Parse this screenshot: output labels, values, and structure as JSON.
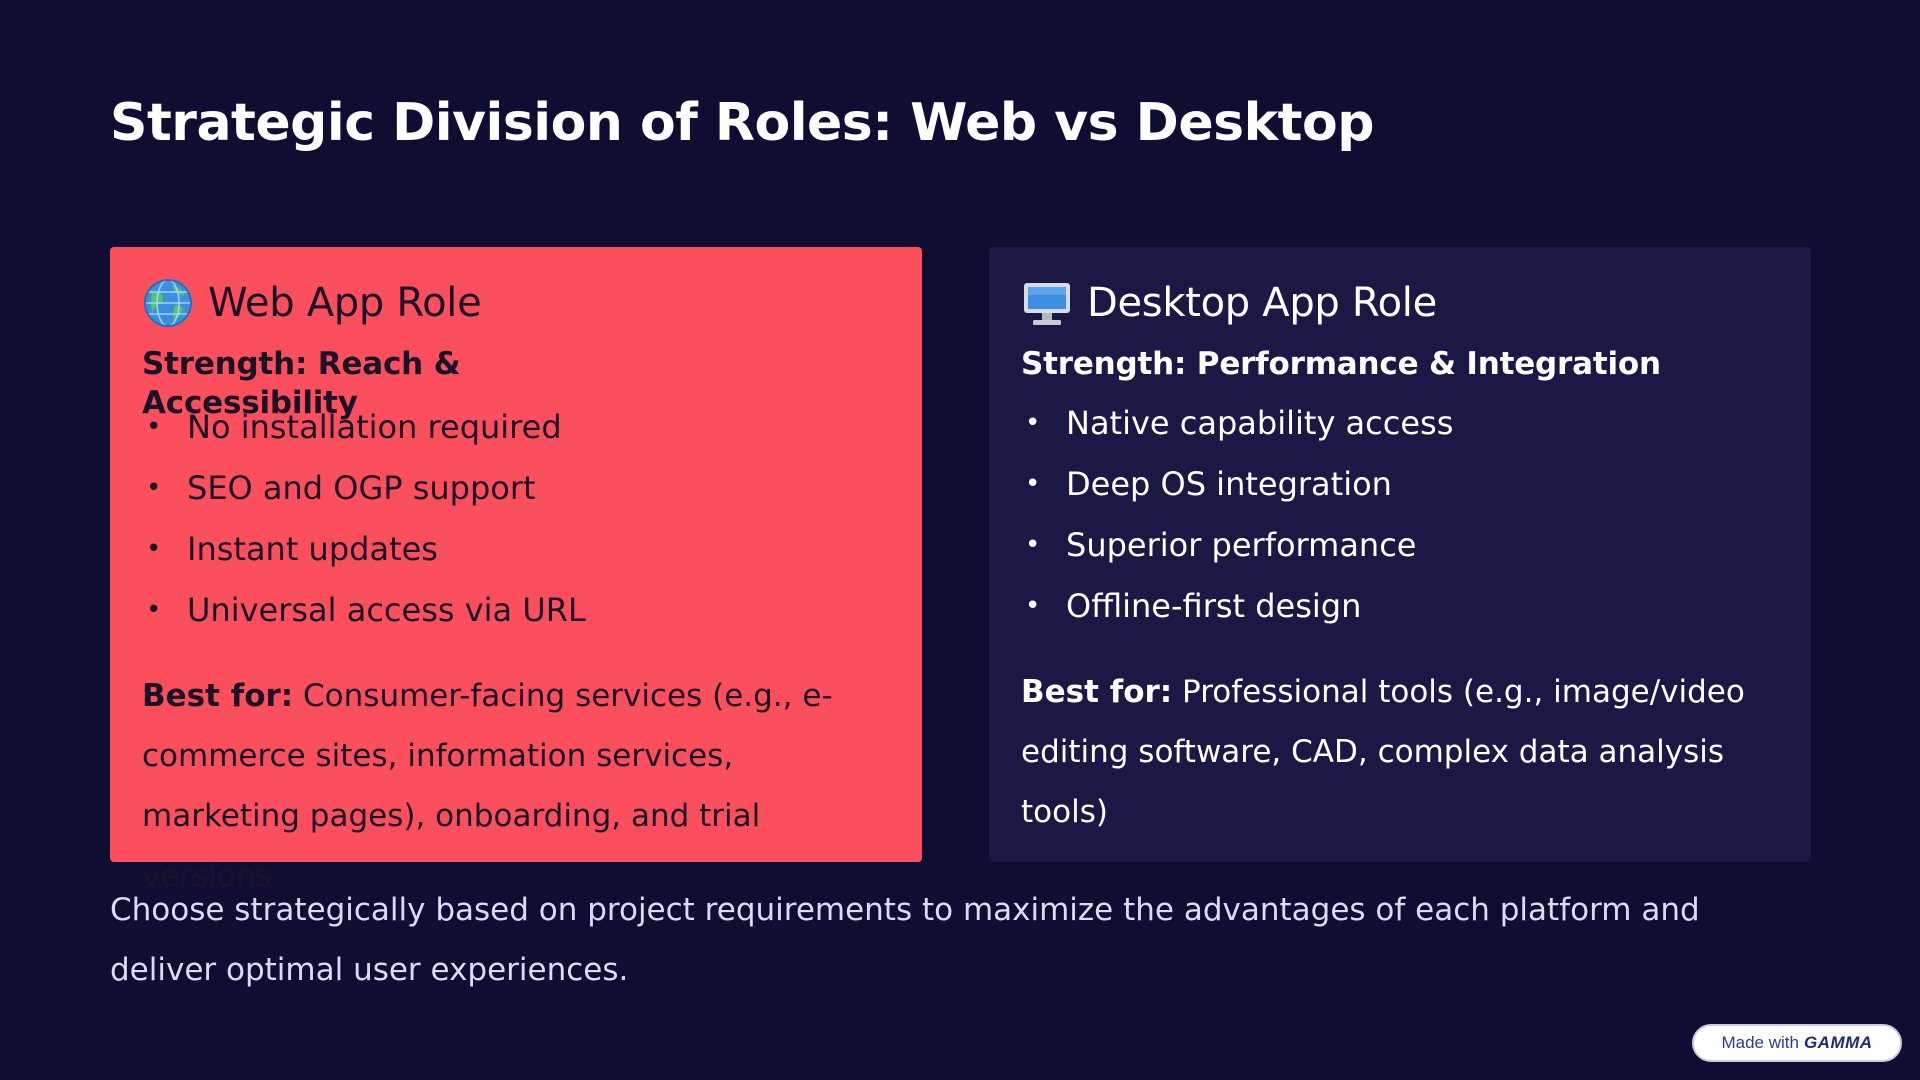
{
  "slide": {
    "title": "Strategic Division of Roles: Web vs Desktop"
  },
  "web_card": {
    "icon": "globe-icon",
    "heading": "Web App Role",
    "strength": "Strength: Reach & Accessibility",
    "bullets": [
      "No installation required",
      "SEO and OGP support",
      "Instant updates",
      "Universal access via URL"
    ],
    "best_for_label": "Best for:",
    "best_for_text": " Consumer-facing services (e.g., e-commerce sites, information services, marketing pages), onboarding, and trial versions",
    "background_color": "#fb4f5d"
  },
  "desktop_card": {
    "icon": "desktop-computer-icon",
    "heading": "Desktop App Role",
    "strength": "Strength: Performance & Integration",
    "bullets": [
      "Native capability access",
      "Deep OS integration",
      "Superior performance",
      "Offline-first design"
    ],
    "best_for_label": "Best for:",
    "best_for_text": " Professional tools (e.g., image/video editing software, CAD, complex data analysis tools)",
    "background_color": "#1b1846"
  },
  "footer": {
    "text": "Choose strategically based on project requirements to maximize the advantages of each platform and deliver optimal user experiences."
  },
  "badge": {
    "prefix": "Made with",
    "brand": "GAMMA"
  },
  "colors": {
    "background": "#100d33",
    "accent": "#fb4f5d"
  }
}
